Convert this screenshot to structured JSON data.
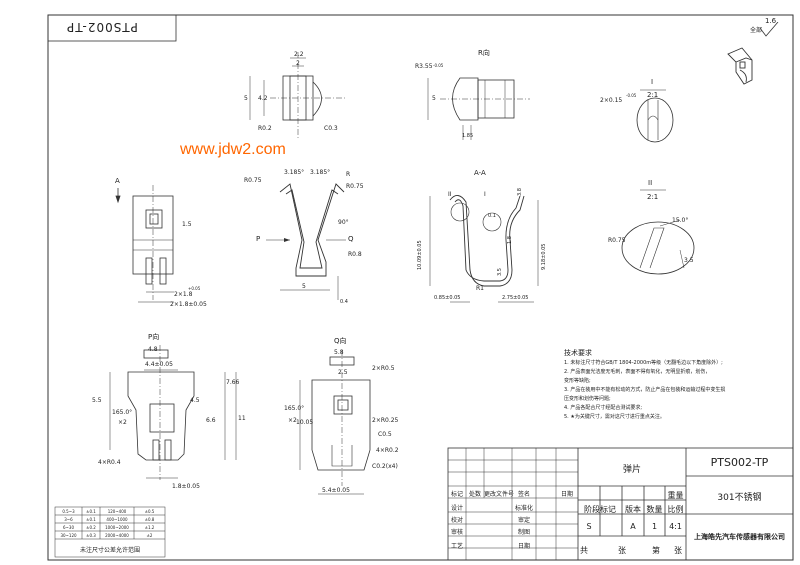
{
  "sheet": {
    "header_code_rotated": "PTS002-TP",
    "roughness": {
      "value": "1.6",
      "label": "全部"
    },
    "watermark": "www.jdw2.com"
  },
  "views": {
    "top_left": {
      "dims": [
        "2.2",
        "2",
        "5",
        "4.2",
        "R0.2",
        "C0.3"
      ]
    },
    "r_view": {
      "title": "R向",
      "dims": [
        "R3.55",
        "-0.05",
        "5",
        "1.85"
      ]
    },
    "detail_I": {
      "label": "I",
      "scale": "2:1",
      "dim": "2×0.15",
      "tol": "-0.05"
    },
    "front_A": {
      "label": "A",
      "dims": [
        "1.5",
        "2×1.8",
        "+0.05",
        "2×1.8±0.05"
      ]
    },
    "profile": {
      "dims": [
        "R0.75",
        "3.185°",
        "3.185°",
        "R",
        "R0.75",
        "90°",
        "P",
        "Q",
        "R0.8",
        "5",
        "0.4"
      ]
    },
    "section_AA": {
      "title": "A-A",
      "label_II": "II",
      "label_I": "I",
      "dims": [
        "10.09±0.05",
        "9.18±0.05",
        "R1",
        "0.85±0.05",
        "2.75±0.05",
        "3.8",
        "1.8",
        "3.5",
        "0.1"
      ]
    },
    "detail_II": {
      "label": "II",
      "scale": "2:1",
      "dims": [
        "15.0°",
        "R0.75",
        "3.5"
      ]
    },
    "p_view": {
      "title": "P向",
      "dims": [
        "4.8",
        "4.4±0.05",
        "5.5",
        "7.66",
        "11",
        "6.6",
        "4.5",
        "165.0°",
        "×2",
        "4×R0.4",
        "1.8±0.05"
      ]
    },
    "q_view": {
      "title": "Q向",
      "dims": [
        "5.8",
        "2.5",
        "2×R0.5",
        "2×R0.25",
        "10.05",
        "165.0°",
        "×2",
        "C0.5",
        "4×R0.2",
        "C0.2(x4)",
        "5.4±0.05"
      ]
    }
  },
  "notes": {
    "title": "技术要求",
    "items": [
      "1. 未标注尺寸符合GB/T 1804-2000m等级（无翻毛边以下角度除外）;",
      "2. 产品表面光洁度无毛刺，表面不得有氧化，无明显折痕，划伤，",
      "   变形等缺陷;",
      "3. 产品在装用中不能有松动的方式，防止产品在包装和运输过程中变生损",
      "   压变形和划伤等问题;",
      "4. 产品各配合尺寸经配合测试要求;",
      "5. ★为关键尺寸，需对这尺寸进行重点关注。"
    ]
  },
  "title_block": {
    "part_name": "弹片",
    "part_code": "PTS002-TP",
    "material": "301不锈钢",
    "company": "上海皓先汽车传感器有限公司",
    "rev_headers": [
      "标记",
      "处数",
      "更改文件号",
      "签名",
      "日期"
    ],
    "sign_rows": [
      {
        "label": "设计",
        "field": "标准化"
      },
      {
        "label": "校对",
        "field": "审定"
      },
      {
        "label": "审核",
        "field": "制图"
      },
      {
        "label": "工艺",
        "field": "日期"
      }
    ],
    "stage_headers": [
      "阶段标记",
      "版本",
      "数量",
      "重量",
      "比例"
    ],
    "stage_values": [
      "S",
      "A",
      "1",
      "",
      "4:1"
    ],
    "sheet_info": [
      "共",
      "张",
      "第",
      "张"
    ]
  },
  "tolerance_table": {
    "footer": "未注尺寸公差允许范围",
    "rows": [
      [
        "0.5~3",
        "±0.1",
        "120~400",
        "±0.5"
      ],
      [
        "3~6",
        "±0.1",
        "400~1000",
        "±0.8"
      ],
      [
        "6~30",
        "±0.2",
        "1000~2000",
        "±1.2"
      ],
      [
        "30~120",
        "±0.3",
        "2000~4000",
        "±2"
      ]
    ]
  }
}
